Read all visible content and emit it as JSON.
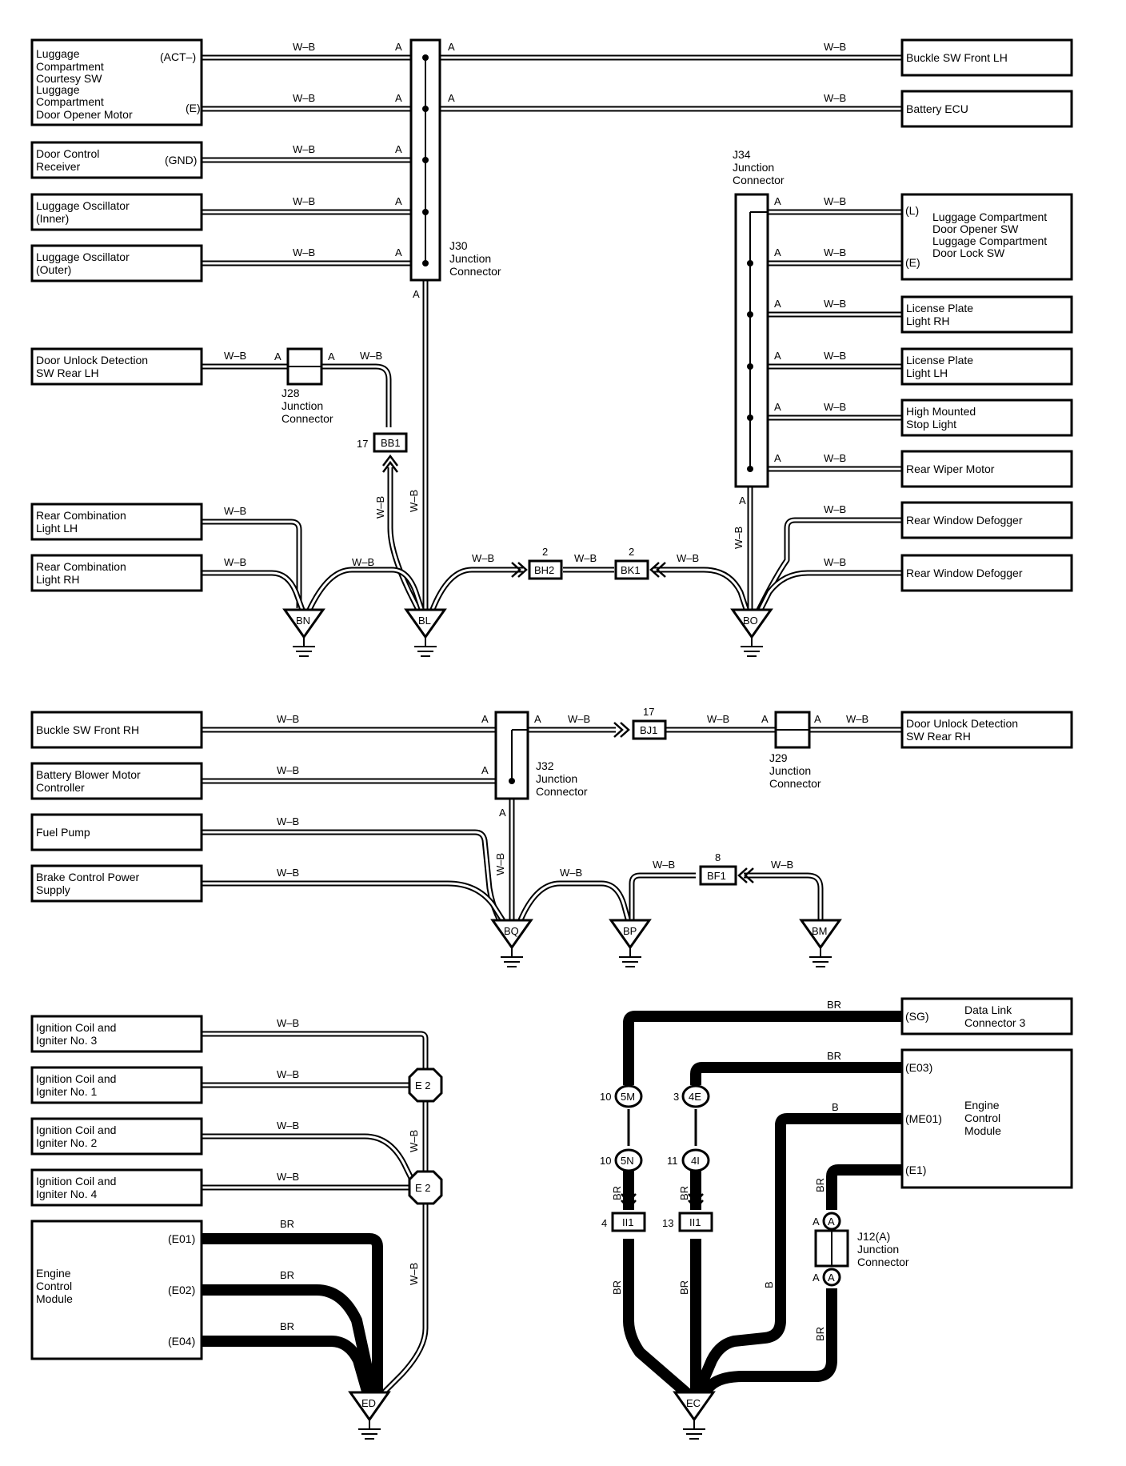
{
  "wires": {
    "wb": "W–B",
    "br": "BR",
    "b": "B",
    "pin_a": "A"
  },
  "grounds": {
    "bn": "BN",
    "bl": "BL",
    "bo": "BO",
    "bq": "BQ",
    "bp": "BP",
    "bm": "BM",
    "ed": "ED",
    "ec": "EC"
  },
  "section1": {
    "left": {
      "luggage_line1": "Luggage",
      "luggage_line2": "Compartment",
      "luggage_line3": "Courtesy SW",
      "luggage_line4": "Luggage",
      "luggage_line5": "Compartment",
      "luggage_line6": "Door Opener Motor",
      "pin_act": "(ACT–)",
      "pin_e": "(E)",
      "door_ctrl_line1": "Door Control",
      "door_ctrl_line2": "Receiver",
      "pin_gnd": "(GND)",
      "osc_inner_line1": "Luggage Oscillator",
      "osc_inner_line2": "(Inner)",
      "osc_outer_line1": "Luggage Oscillator",
      "osc_outer_line2": "(Outer)",
      "unlock_line1": "Door Unlock Detection",
      "unlock_line2": "SW Rear LH",
      "rcl_lh_line1": "Rear Combination",
      "rcl_lh_line2": "Light LH",
      "rcl_rh_line1": "Rear Combination",
      "rcl_rh_line2": "Light RH"
    },
    "right": {
      "buckle_lh": "Buckle SW Front LH",
      "battery_ecu": "Battery ECU",
      "lug_door_line1": "Luggage Compartment",
      "lug_door_line2": "Door Opener SW",
      "lug_door_line3": "Luggage Compartment",
      "lug_door_line4": "Door Lock SW",
      "pin_l": "(L)",
      "pin_e": "(E)",
      "lpl_rh_line1": "License Plate",
      "lpl_rh_line2": "Light RH",
      "lpl_lh_line1": "License Plate",
      "lpl_lh_line2": "Light LH",
      "hmsl_line1": "High Mounted",
      "hmsl_line2": "Stop Light",
      "wiper": "Rear Wiper Motor",
      "defog1": "Rear Window Defogger",
      "defog2": "Rear Window Defogger"
    },
    "j30": {
      "line1": "J30",
      "line2": "Junction",
      "line3": "Connector"
    },
    "j34": {
      "line1": "J34",
      "line2": "Junction",
      "line3": "Connector"
    },
    "j28": {
      "line1": "J28",
      "line2": "Junction",
      "line3": "Connector"
    },
    "bb1": {
      "name": "BB1",
      "pin": "17"
    },
    "bh2": {
      "name": "BH2",
      "pin": "2"
    },
    "bk1": {
      "name": "BK1",
      "pin": "2"
    }
  },
  "section2": {
    "buckle_rh": "Buckle SW Front RH",
    "blower_line1": "Battery Blower Motor",
    "blower_line2": "Controller",
    "fuel_pump": "Fuel Pump",
    "brake_line1": "Brake Control Power",
    "brake_line2": "Supply",
    "unlock_rh_line1": "Door Unlock Detection",
    "unlock_rh_line2": "SW Rear RH",
    "j32": {
      "line1": "J32",
      "line2": "Junction",
      "line3": "Connector"
    },
    "j29": {
      "line1": "J29",
      "line2": "Junction",
      "line3": "Connector"
    },
    "bj1": {
      "name": "BJ1",
      "pin": "17"
    },
    "bf1": {
      "name": "BF1",
      "pin": "8"
    }
  },
  "section3": {
    "ign3_line1": "Ignition Coil and",
    "ign3_line2": "Igniter No. 3",
    "ign1_line1": "Ignition Coil and",
    "ign1_line2": "Igniter No. 1",
    "ign2_line1": "Ignition Coil and",
    "ign2_line2": "Igniter No. 2",
    "ign4_line1": "Ignition Coil and",
    "ign4_line2": "Igniter No. 4",
    "ecm_line1": "Engine",
    "ecm_line2": "Control",
    "ecm_line3": "Module",
    "pin_e01": "(E01)",
    "pin_e02": "(E02)",
    "pin_e04": "(E04)",
    "e2": "E 2"
  },
  "section4": {
    "dlc_pin": "(SG)",
    "dlc_line1": "Data Link",
    "dlc_line2": "Connector 3",
    "ecm_line1": "Engine",
    "ecm_line2": "Control",
    "ecm_line3": "Module",
    "pin_e03": "(E03)",
    "pin_me01": "(ME01)",
    "pin_e1": "(E1)",
    "c5m": "5M",
    "c5m_pin": "10",
    "c5n": "5N",
    "c5n_pin": "10",
    "c4e": "4E",
    "c4e_pin": "3",
    "c4i": "4I",
    "c4i_pin": "11",
    "ii1a": "II1",
    "ii1a_pin": "4",
    "ii1b": "II1",
    "ii1b_pin": "13",
    "j12": {
      "line1": "J12(A)",
      "line2": "Junction",
      "line3": "Connector",
      "pin": "A"
    }
  }
}
